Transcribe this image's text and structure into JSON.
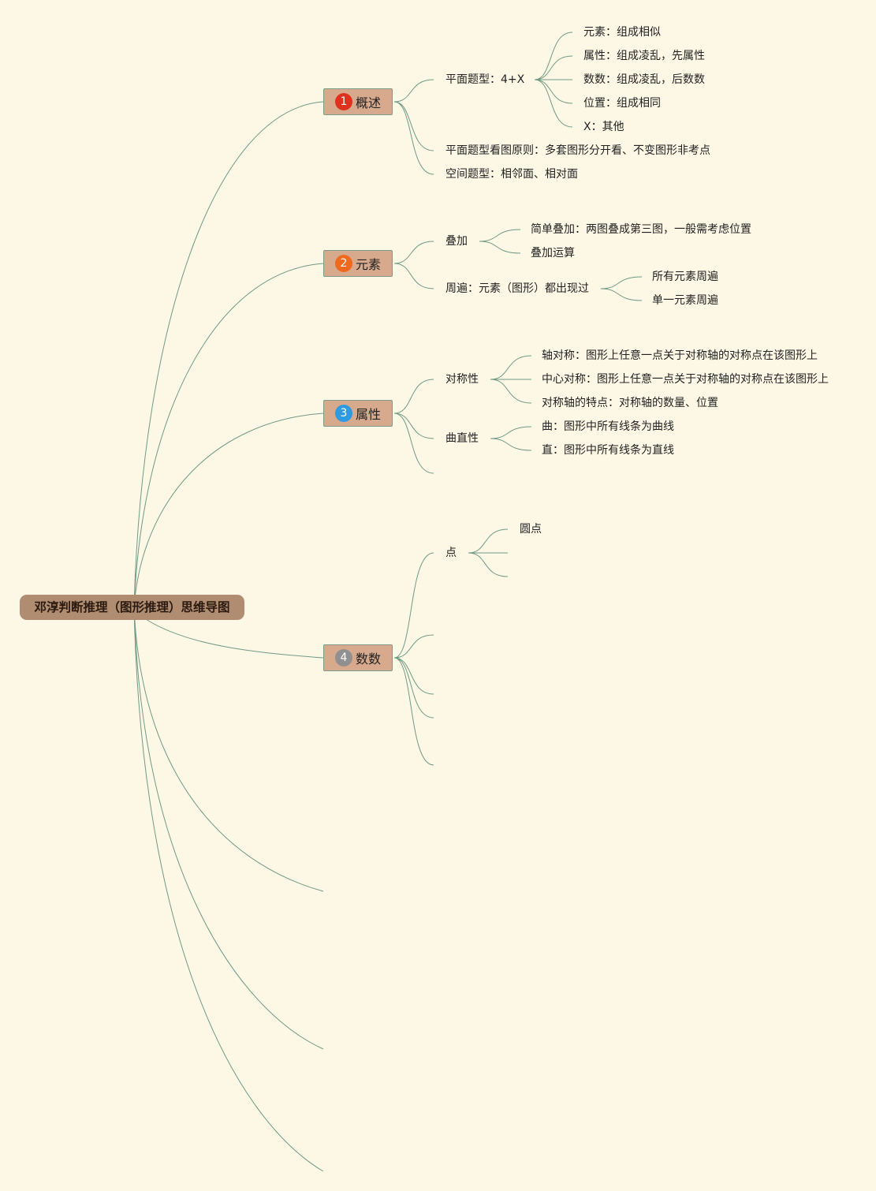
{
  "title": "邓淳判断推理（图形推理）思维导图",
  "branches": [
    {
      "num": "1",
      "label": "概述",
      "badge_color": "#e0301e"
    },
    {
      "num": "2",
      "label": "元素",
      "badge_color": "#ef6a1e"
    },
    {
      "num": "3",
      "label": "属性",
      "badge_color": "#2e9be0"
    },
    {
      "num": "4",
      "label": "数数",
      "badge_color": "#909090"
    }
  ],
  "overview": {
    "plane_types": "平面题型：4+X",
    "plane_types_items": [
      "元素：组成相似",
      "属性：组成凌乱，先属性",
      "数数：组成凌乱，后数数",
      "位置：组成相同",
      "X：其他"
    ],
    "principle": "平面题型看图原则：多套图形分开看、不变图形非考点",
    "space_types": "空间题型：相邻面、相对面"
  },
  "elements": {
    "overlay": "叠加",
    "overlay_items": [
      "简单叠加：两图叠成第三图，一般需考虑位置",
      "叠加运算"
    ],
    "traverse": "周遍：元素（图形）都出现过",
    "traverse_items": [
      "所有元素周遍",
      "单一元素周遍"
    ]
  },
  "attributes": {
    "symmetry": "对称性",
    "symmetry_items": [
      "轴对称：图形上任意一点关于对称轴的对称点在该图形上",
      "中心对称：图形上任意一点关于对称轴的对称点在该图形上",
      "对称轴的特点：对称轴的数量、位置"
    ],
    "curvature": "曲直性",
    "curvature_items": [
      "曲：图形中所有线条为曲线",
      "直：图形中所有线条为直线"
    ]
  },
  "counting": {
    "point": "点",
    "point_items": [
      "圆点"
    ]
  },
  "colors": {
    "background": "#fdf8e6",
    "root_fill": "#b08c70",
    "branch_fill": "#d7a98d",
    "link": "#6f9a86"
  }
}
